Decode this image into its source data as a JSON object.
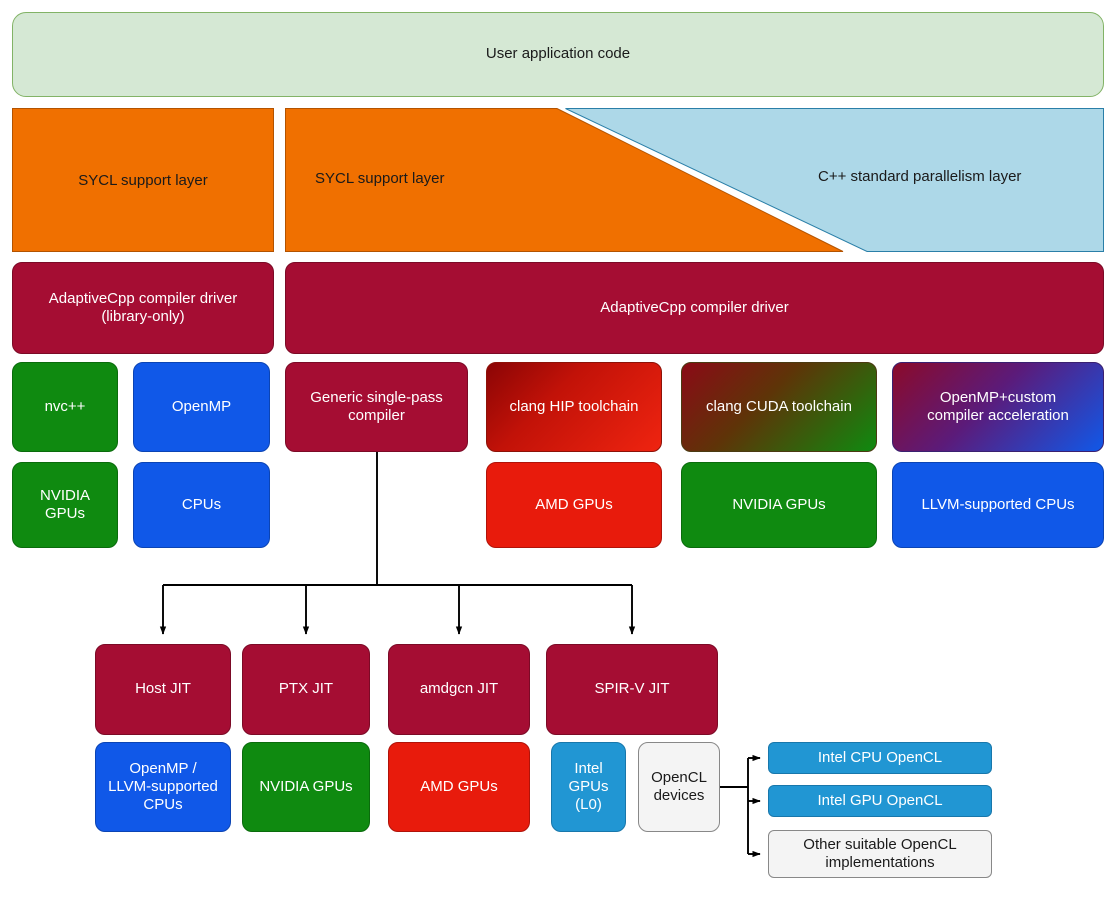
{
  "diagram": {
    "title": "AdaptiveCpp compilation and runtime stack",
    "colors": {
      "app_code": "#d5e8d4",
      "app_code_border": "#82b366",
      "sycl_orange": "#f07000",
      "cpp_par_blue": "#add8e8",
      "cpp_par_border": "#2a7fa8",
      "crimson": "#a50d33",
      "green": "#0f8a10",
      "blue": "#1058e8",
      "red": "#e81b0c",
      "light_blue": "#2196d3",
      "white_box": "#f4f4f4",
      "wire": "#000000"
    }
  },
  "layers": {
    "app_code": {
      "label": "User application code"
    },
    "sycl_left": {
      "label": "SYCL support layer"
    },
    "sycl_right": {
      "label": "SYCL support layer"
    },
    "cpp_parallelism": {
      "label": "C++ standard parallelism layer"
    },
    "driver_library_only": {
      "label": "AdaptiveCpp compiler driver\n(library-only)",
      "line1": "AdaptiveCpp compiler driver",
      "line2": "(library-only)"
    },
    "driver_main": {
      "label": "AdaptiveCpp compiler driver"
    }
  },
  "toolchains": [
    {
      "name": "nvc++",
      "label": "nvc++",
      "style": "green"
    },
    {
      "name": "openmp",
      "label": "OpenMP",
      "style": "blue"
    },
    {
      "name": "generic-single-pass-compiler",
      "label": "Generic single-pass compiler",
      "line1": "Generic single-pass",
      "line2": "compiler",
      "style": "crimson"
    },
    {
      "name": "clang-hip-toolchain",
      "label": "clang HIP toolchain",
      "style": "hip-gradient"
    },
    {
      "name": "clang-cuda-toolchain",
      "label": "clang CUDA toolchain",
      "style": "cuda-gradient"
    },
    {
      "name": "openmp-custom-compiler-acceleration",
      "label": "OpenMP+custom compiler acceleration",
      "line1": "OpenMP+custom",
      "line2": "compiler acceleration",
      "style": "openmp-custom-gradient"
    }
  ],
  "targets_row": [
    {
      "name": "nvidia-gpus-nvcpp",
      "label": "NVIDIA GPUs",
      "line1": "NVIDIA",
      "line2": "GPUs",
      "style": "green"
    },
    {
      "name": "cpus-openmp",
      "label": "CPUs",
      "style": "blue"
    },
    {
      "name": "amd-gpus-hip",
      "label": "AMD GPUs",
      "style": "red"
    },
    {
      "name": "nvidia-gpus-cuda",
      "label": "NVIDIA GPUs",
      "style": "green"
    },
    {
      "name": "llvm-supported-cpus",
      "label": "LLVM-supported CPUs",
      "style": "blue"
    }
  ],
  "jits": [
    {
      "name": "host-jit",
      "label": "Host JIT"
    },
    {
      "name": "ptx-jit",
      "label": "PTX JIT"
    },
    {
      "name": "amdgcn-jit",
      "label": "amdgcn JIT"
    },
    {
      "name": "spirv-jit",
      "label": "SPIR-V JIT"
    }
  ],
  "jit_targets": [
    {
      "name": "openmp-llvm-supported-cpus",
      "label": "OpenMP / LLVM-supported CPUs",
      "line1": "OpenMP /",
      "line2": "LLVM-supported",
      "line3": "CPUs",
      "style": "blue"
    },
    {
      "name": "nvidia-gpus-ptx",
      "label": "NVIDIA GPUs",
      "style": "green"
    },
    {
      "name": "amd-gpus-amdgcn",
      "label": "AMD GPUs",
      "style": "red"
    },
    {
      "name": "intel-gpus-l0",
      "label": "Intel GPUs (L0)",
      "line1": "Intel",
      "line2": "GPUs",
      "line3": "(L0)",
      "style": "light-blue"
    },
    {
      "name": "opencl-devices",
      "label": "OpenCL devices",
      "line1": "OpenCL",
      "line2": "devices",
      "style": "white"
    }
  ],
  "opencl_implementations": [
    {
      "name": "intel-cpu-opencl",
      "label": "Intel CPU OpenCL",
      "style": "light-blue"
    },
    {
      "name": "intel-gpu-opencl",
      "label": "Intel GPU OpenCL",
      "style": "light-blue"
    },
    {
      "name": "other-suitable-opencl-implementations",
      "label": "Other suitable OpenCL implementations",
      "line1": "Other suitable OpenCL",
      "line2": "implementations",
      "style": "white"
    }
  ]
}
